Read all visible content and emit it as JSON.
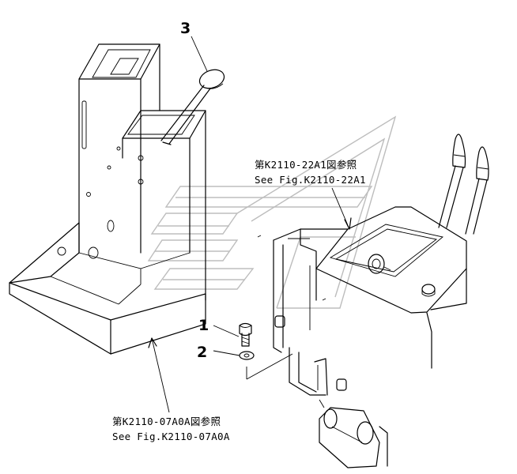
{
  "callouts": {
    "part_1": "1",
    "part_2": "2",
    "part_3": "3"
  },
  "references": {
    "upper_jp": "第K2110-22A1図参照",
    "upper_en": "See Fig.K2110-22A1",
    "lower_jp": "第K2110-07A0A図参照",
    "lower_en": "See Fig.K2110-07A0A"
  },
  "colors": {
    "line": "#000000",
    "watermark": "#bdbdbd",
    "background": "#ffffff"
  }
}
